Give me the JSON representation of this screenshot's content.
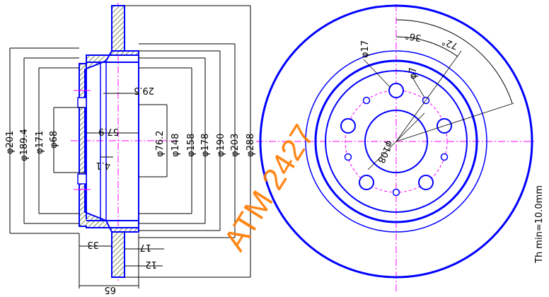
{
  "colors": {
    "outline": "#0000ff",
    "hatch": "#5a6e20",
    "dimension": "#000000",
    "centerline": "#ff00ff",
    "watermark": "#ff7a00"
  },
  "part_number": "ATM 2427",
  "note": "Th min=10.0mm",
  "section_dims": {
    "d288": "φ288",
    "d203": "φ203",
    "d201": "φ201",
    "d190": "φ190",
    "d189_4": "φ189.4",
    "d178": "φ178",
    "d171": "φ171",
    "d158": "φ158",
    "d148": "φ148",
    "d76_2": "φ76.2",
    "d68": "φ68",
    "d29_5": "29.5",
    "d57_9": "57.9",
    "d4_1": "4.1",
    "d33": "33",
    "d17": "17",
    "d12": "12",
    "d65": "65"
  },
  "face_dims": {
    "hole17": "φ17",
    "hole7": "φ7",
    "pcd108": "φ108",
    "angle36": "36°",
    "angle72": "72°"
  }
}
